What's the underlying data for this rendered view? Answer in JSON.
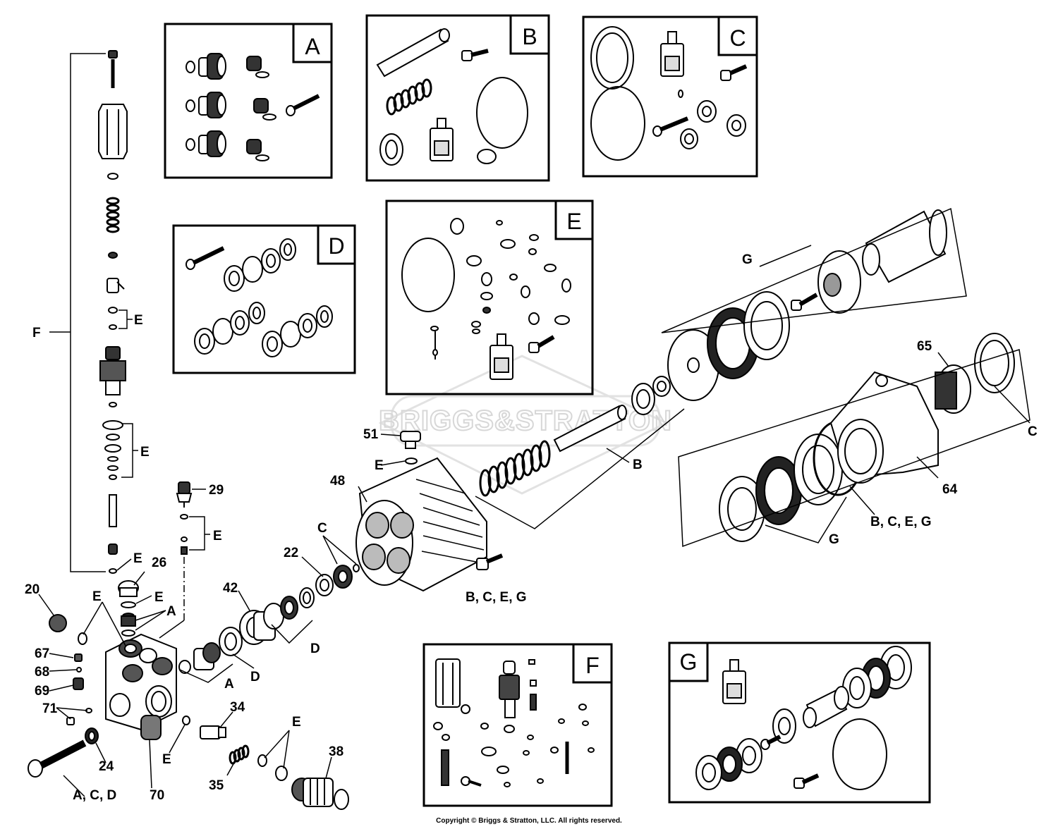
{
  "watermark": "BRIGGS&STRATTON",
  "copyright": "Copyright © Briggs & Stratton, LLC. All rights reserved.",
  "kits": [
    "A",
    "B",
    "C",
    "D",
    "E",
    "F",
    "G"
  ],
  "part_labels": {
    "F": "F",
    "E": "E",
    "A": "A",
    "B": "B",
    "C": "C",
    "D": "D",
    "G": "G",
    "p20": "20",
    "p22": "22",
    "p24": "24",
    "p26": "26",
    "p29": "29",
    "p34": "34",
    "p35": "35",
    "p38": "38",
    "p42": "42",
    "p48": "48",
    "p51": "51",
    "p64": "64",
    "p65": "65",
    "p67": "67",
    "p68": "68",
    "p69": "69",
    "p70": "70",
    "p71": "71",
    "bceg": "B,  C,  E,  G",
    "acd": "A,  C,  D"
  }
}
